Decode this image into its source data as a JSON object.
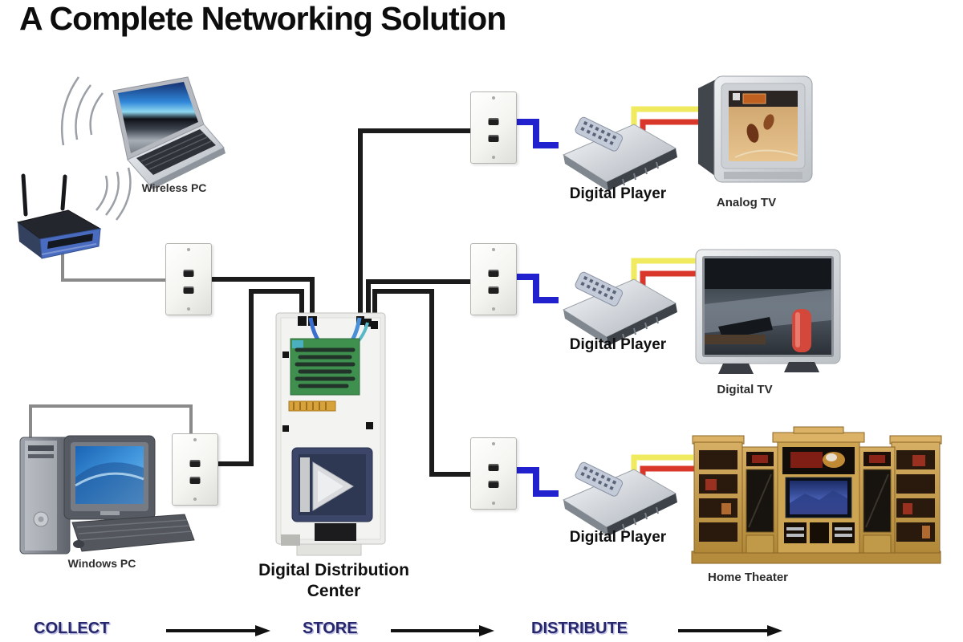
{
  "title": "A Complete Networking Solution",
  "left_column": {
    "wireless_pc_label": "Wireless PC",
    "windows_pc_label": "Windows PC"
  },
  "center": {
    "ddc_label": "Digital Distribution Center"
  },
  "players": [
    {
      "label": "Digital Player"
    },
    {
      "label": "Digital Player"
    },
    {
      "label": "Digital Player"
    }
  ],
  "displays": {
    "analog_tv_label": "Analog TV",
    "digital_tv_label": "Digital TV",
    "home_theater_label": "Home Theater"
  },
  "process_steps": [
    {
      "label": "COLLECT"
    },
    {
      "label": "STORE"
    },
    {
      "label": "DISTRIBUTE"
    }
  ],
  "colors": {
    "cable_black": "#1b1b1b",
    "cable_gray": "#8a8a8a",
    "cable_blue": "#2121cd",
    "cable_yellow": "#f0ea5e",
    "cable_red": "#d8372a",
    "step_text": "#26266b"
  }
}
